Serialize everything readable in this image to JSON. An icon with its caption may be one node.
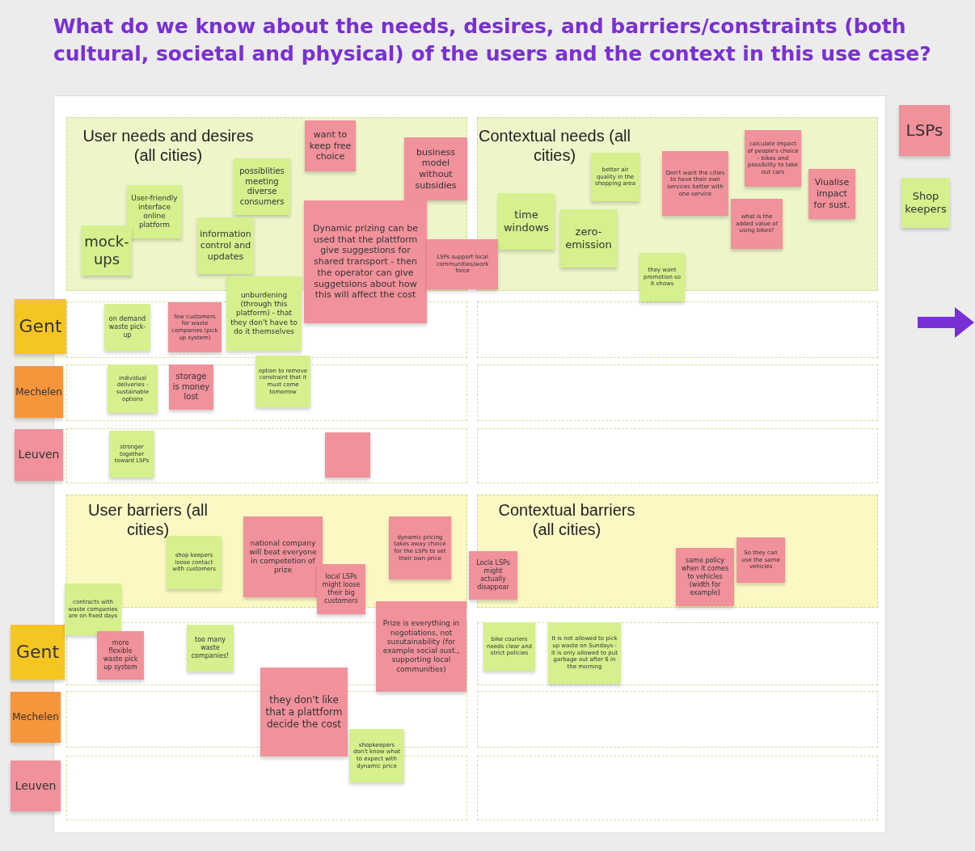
{
  "diagram": {
    "title": "What do we know about the needs, desires, and barriers/constraints (both cultural, societal and physical) of the users and the context in this use case?",
    "nodes": [
      {
        "text": [
          "User needs and desires (all cities)"
        ]
      },
      {
        "text": [
          "Contextual needs (all cities)"
        ]
      },
      {
        "text": [
          "User barriers (all cities)"
        ]
      },
      {
        "text": [
          "Contextual barriers (all cities)"
        ]
      },
      {
        "text": [
          "Gent"
        ]
      },
      {
        "text": [
          "Mechelen"
        ]
      },
      {
        "text": [
          "Leuven"
        ]
      },
      {
        "text": [
          "Gent"
        ]
      },
      {
        "text": [
          "Mechelen"
        ]
      },
      {
        "text": [
          "Leuven"
        ]
      },
      {
        "text": [
          "want to keep free choice"
        ],
        "in": 0
      },
      {
        "text": [
          "business model without subsidies"
        ],
        "in": 0
      },
      {
        "text": [
          "possiblities meeting diverse consumers"
        ],
        "in": 0
      },
      {
        "text": [
          "User-friendly interface online platform"
        ],
        "in": 0
      },
      {
        "text": [
          "mock- ups"
        ],
        "in": 0
      },
      {
        "text": [
          "information control and updates"
        ],
        "in": 0
      },
      {
        "text": [
          "Dynamic prizing can be used that the plattform give suggestions for shared transport - then the operator can give suggetsions about how this will  affect the cost"
        ]
      },
      {
        "text": [
          "LSPs support local communities/work force"
        ]
      },
      {
        "text": [
          "unburdening (through this platform) - that they don't have to do it themselves"
        ]
      },
      {
        "text": [
          "better air quality in the shopping area"
        ],
        "in": 1
      },
      {
        "text": [
          "Don't want the cities to have their own services better with one service"
        ],
        "in": 1
      },
      {
        "text": [
          "calculate impact of people's choice - bikes and possibility to take out cars"
        ],
        "in": 1
      },
      {
        "text": [
          "Viualise impact for sust."
        ],
        "in": 1
      },
      {
        "text": [
          "time windows"
        ],
        "in": 1
      },
      {
        "text": [
          "zero- emission"
        ],
        "in": 1
      },
      {
        "text": [
          "what is the added value of using bikes?"
        ],
        "in": 1
      },
      {
        "text": [
          "they want promotion so it shows"
        ]
      },
      {
        "text": [
          "on demand waste pick- up"
        ]
      },
      {
        "text": [
          "few customers for waste companies (pick up system)"
        ]
      },
      {
        "text": [
          "individual deliveries - sustainable options"
        ]
      },
      {
        "text": [
          "storage is money lost"
        ]
      },
      {
        "text": [
          "option to remove constraint that it must come tomorrow"
        ]
      },
      {
        "text": [
          "stronger together toward LSPs"
        ]
      },
      {
        "text": [],
        "shape": "box"
      },
      {
        "text": [
          "shop keepers loose contact with customers"
        ],
        "in": 2
      },
      {
        "text": [
          "national company will beat everyone in competetion of prize"
        ],
        "in": 2
      },
      {
        "text": [
          "dynamic pricing takes away choice for the LSPs to set their own price"
        ],
        "in": 2
      },
      {
        "text": [
          "local LSPs might loose their big customers"
        ]
      },
      {
        "text": [
          "contracts with waste companies are on fixed days"
        ]
      },
      {
        "text": [
          "Locla LSPs might actually disappear"
        ]
      },
      {
        "text": [
          "same policy when it comes to vehicles (width for example)"
        ],
        "in": 3
      },
      {
        "text": [
          "So they can use the same vehicles"
        ],
        "in": 3
      },
      {
        "text": [
          "Prize is everything in negotiations, not susutainability (for example social sust., supporting local communities)"
        ]
      },
      {
        "text": [
          "more flexible waste pick up system"
        ]
      },
      {
        "text": [
          "too many waste companies!"
        ]
      },
      {
        "text": [
          "bike couriers needs clear and strict policies"
        ]
      },
      {
        "text": [
          "It is not allowed to pick up waste on Sundays - it is only allowed to put garbage out after 6 in the morning"
        ]
      },
      {
        "text": [
          "they don't like that a plattform decide the cost"
        ]
      },
      {
        "text": [
          "shopkeepers don't know what to expect with dynamic price"
        ]
      }
    ],
    "edges": [],
    "legend": [
      {
        "text": "LSPs",
        "color": "#f0919b"
      },
      {
        "text": "Shop keepers",
        "color": "#d5f08d"
      }
    ]
  }
}
